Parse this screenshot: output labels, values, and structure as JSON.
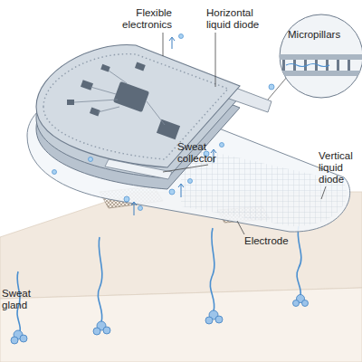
{
  "diagram": {
    "labels": [
      "Flexible electronics",
      "Horizontal liquid diode",
      "Micropillars",
      "Vertical liquid diode",
      "Sweat collector",
      "Electrode",
      "Sweat gland"
    ]
  }
}
